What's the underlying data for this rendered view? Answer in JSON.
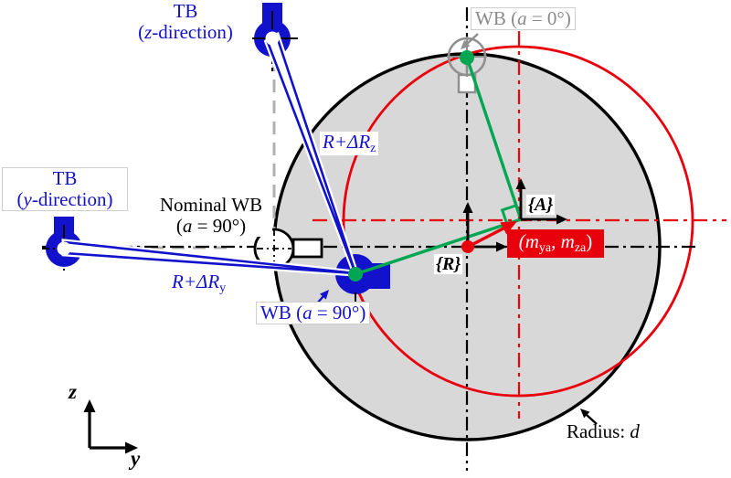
{
  "figure": {
    "tb_z": {
      "title": "TB",
      "paren_open": "(",
      "variable": "z",
      "suffix": "-direction)"
    },
    "tb_y": {
      "title": "TB",
      "paren_open": "(",
      "variable": "y",
      "suffix": "-direction)"
    },
    "wb_0": {
      "prefix": "WB (",
      "variable": "a",
      "suffix": " = 0°)"
    },
    "nominal_wb": {
      "line1": "Nominal WB",
      "paren_open": "(",
      "variable": "a",
      "suffix": " = 90°)"
    },
    "wb_90": {
      "prefix": "WB (",
      "variable": "a",
      "suffix": " = 90°)"
    },
    "r_delta_z": {
      "base": "R+ΔR",
      "subscript": "z"
    },
    "r_delta_y": {
      "base": "R+ΔR",
      "subscript": "y"
    },
    "radius": {
      "prefix": "Radius: ",
      "variable": "d"
    },
    "frame_a": "{A}",
    "frame_r": "{R}",
    "measured_center": {
      "open": "(m",
      "sub1": "ya",
      "mid": ", m",
      "sub2": "za",
      "close": ")"
    },
    "axes": {
      "vertical": "z",
      "horizontal": "y"
    }
  },
  "colors": {
    "blue": "#1212cc",
    "green": "#00a651",
    "red": "#e8000d",
    "circle_fill": "#d8d8d8",
    "gray_dash": "#b0b0b0",
    "gray_symbol": "#8f8f8f",
    "black": "#000000"
  }
}
